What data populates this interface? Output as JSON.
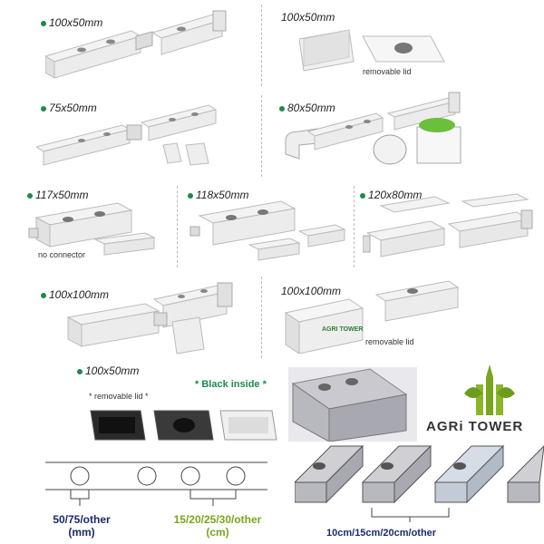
{
  "labels": {
    "row1_left": "100x50mm",
    "row1_right": "100x50mm",
    "row1_right_note": "removable  lid",
    "row2_left": "75x50mm",
    "row2_right": "80x50mm",
    "row3_a": "117x50mm",
    "row3_a_note": "no connector",
    "row3_b": "118x50mm",
    "row3_c": "120x80mm",
    "row4_left": "100x100mm",
    "row4_right": "100x100mm",
    "row4_right_note": "removable  lid",
    "row4_right_logo": "AGRI TOWER",
    "row5_left": "100x50mm",
    "row5_removable": "* removable  lid *",
    "row5_black": "* Black inside *"
  },
  "logo": {
    "text": "AGRi TOWER"
  },
  "bottom": {
    "diameter_value": "50/75/other",
    "diameter_unit": "(mm)",
    "spacing_value": "15/20/25/30/other",
    "spacing_unit": "(cm)",
    "right_value": "10cm/15cm/20cm/other"
  },
  "colors": {
    "accent_green": "#1e8a4c",
    "navy": "#1a2a6c",
    "lime": "#7aa51e"
  }
}
